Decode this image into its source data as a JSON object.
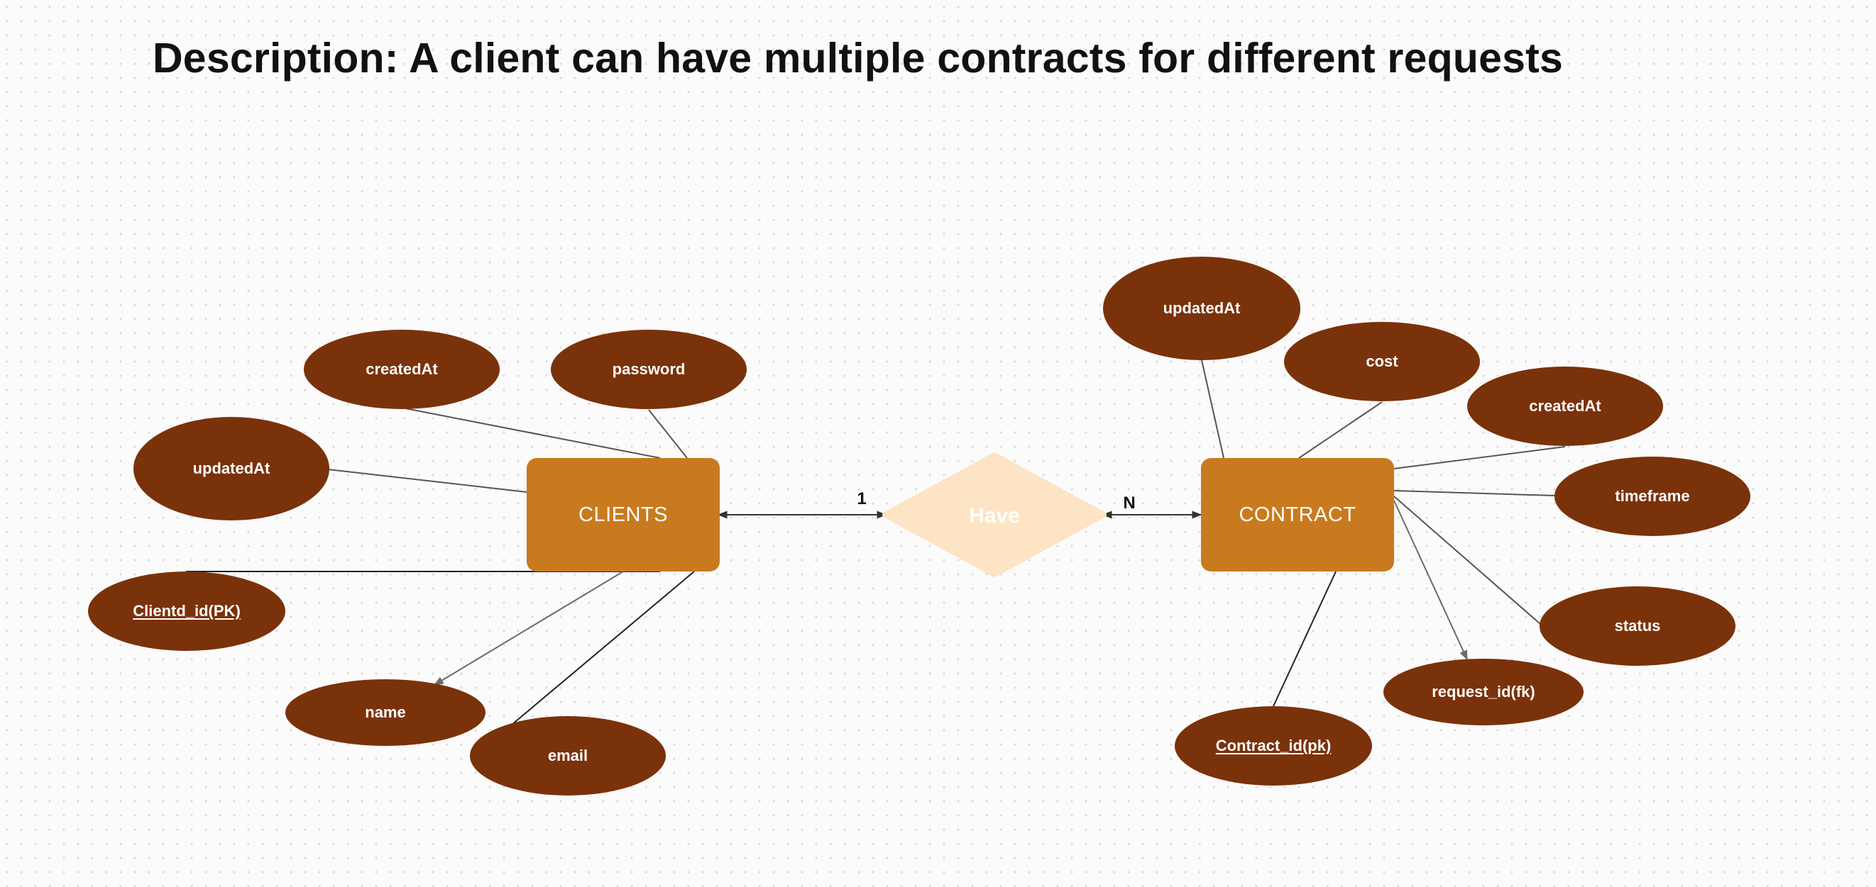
{
  "title": "Description: A client can have multiple contracts for different requests",
  "entities": {
    "clients": "CLIENTS",
    "contract": "CONTRACT"
  },
  "relationship": {
    "label": "Have",
    "cardinality_left": "1",
    "cardinality_right": "N"
  },
  "clients_attributes": {
    "created_at": "createdAt",
    "password": "password",
    "updated_at": "updatedAt",
    "client_id": "Clientd_id(PK)",
    "name": "name",
    "email": "email"
  },
  "contract_attributes": {
    "updated_at": "updatedAt",
    "cost": "cost",
    "created_at": "createdAt",
    "timeframe": "timeframe",
    "status": "status",
    "request_id": "request_id(fk)",
    "contract_id": "Contract_id(pk)"
  },
  "colors": {
    "entity": "#c97a1e",
    "attribute": "#7a320a",
    "relationship": "#fde4c4",
    "title": "#111111"
  }
}
